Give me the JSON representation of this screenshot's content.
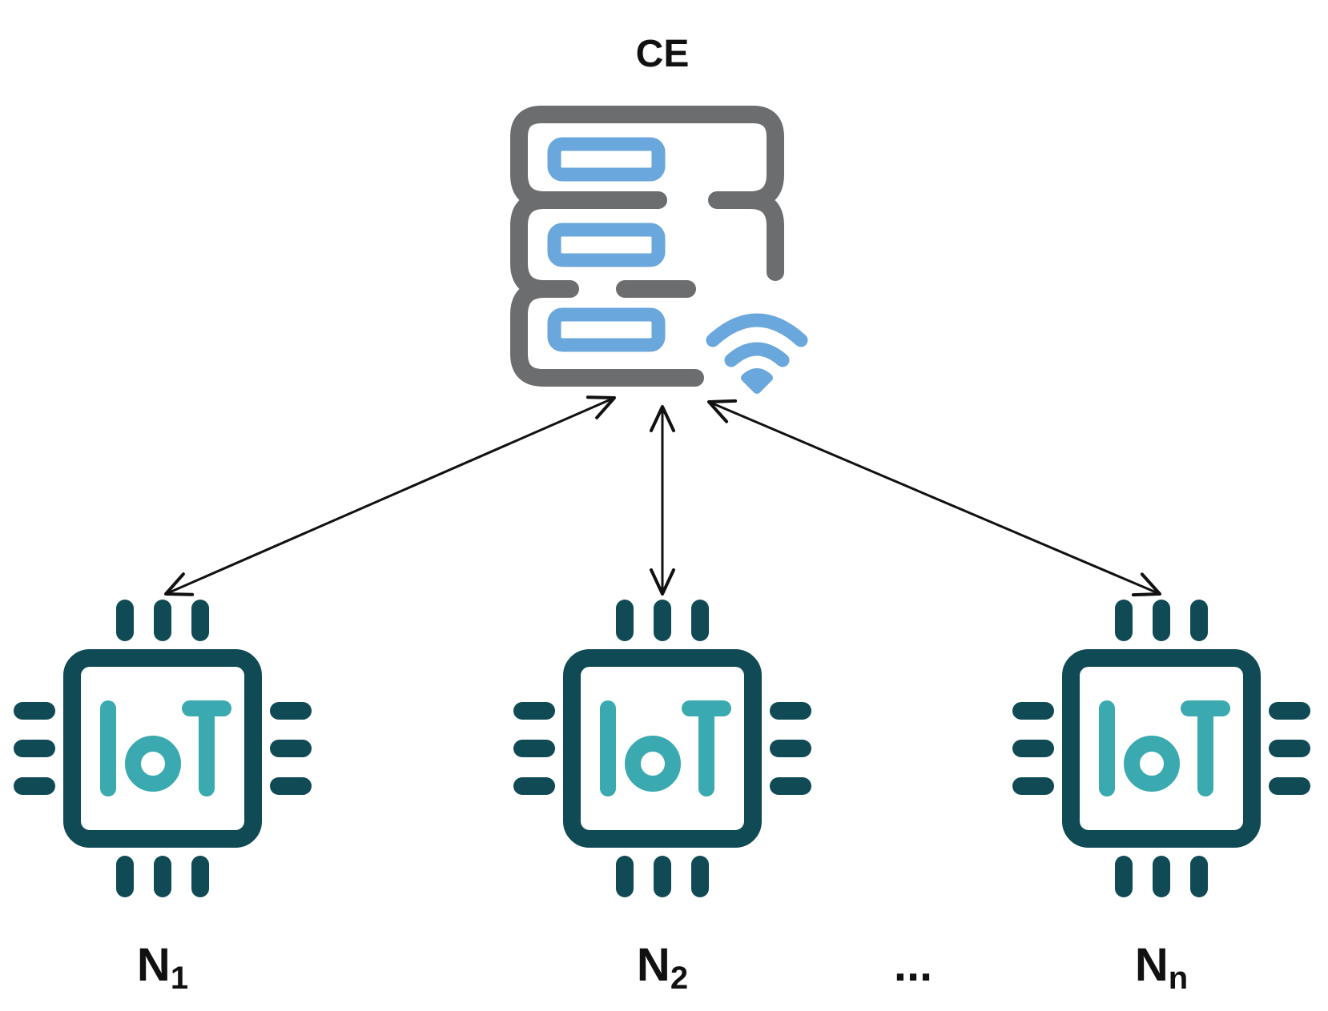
{
  "server": {
    "label": "CE",
    "icon": "server-wifi-icon"
  },
  "nodes": [
    {
      "main": "N",
      "sub": "1",
      "icon": "iot-chip-icon",
      "chip_text": "IoT"
    },
    {
      "main": "N",
      "sub": "2",
      "icon": "iot-chip-icon",
      "chip_text": "IoT"
    },
    {
      "main": "N",
      "sub": "n",
      "icon": "iot-chip-icon",
      "chip_text": "IoT"
    }
  ],
  "ellipsis": "...",
  "connections": "bidirectional",
  "colors": {
    "server_frame": "#6b6d6e",
    "server_slots": "#6aa7dc",
    "wifi": "#6aa7dc",
    "chip_frame": "#0f4a55",
    "iot_text": "#3aaab0",
    "arrow": "#111111"
  }
}
